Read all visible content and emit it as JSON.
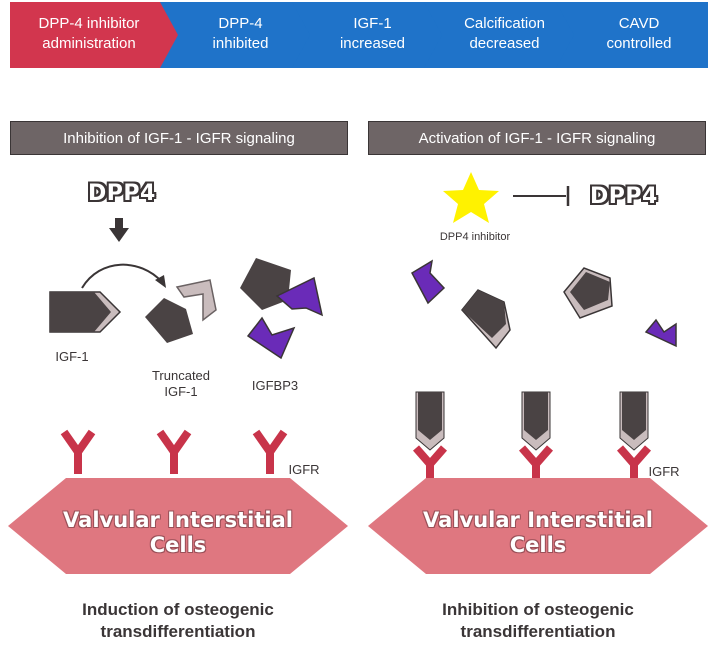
{
  "flow": {
    "steps": [
      {
        "line1": "DPP-4 inhibitor",
        "line2": "administration",
        "color": "#d2364e"
      },
      {
        "line1": "DPP-4",
        "line2": "inhibited",
        "color": "#1f73c9"
      },
      {
        "line1": "IGF-1",
        "line2": "increased",
        "color": "#1f73c9"
      },
      {
        "line1": "Calcification",
        "line2": "decreased",
        "color": "#1f73c9"
      },
      {
        "line1": "CAVD",
        "line2": "controlled",
        "color": "#1f73c9"
      }
    ]
  },
  "left_panel": {
    "title": "Inhibition of IGF-1  -  IGFR signaling",
    "enzyme": "DPP4",
    "igf1_label": "IGF-1",
    "truncated_line1": "Truncated",
    "truncated_line2": "IGF-1",
    "igfbp3_label": "IGFBP3",
    "receptor_label": "IGFR",
    "cell_line1": "Valvular Interstitial",
    "cell_line2": "Cells",
    "outcome_line1": "Induction of osteogenic",
    "outcome_line2": "transdifferentiation"
  },
  "right_panel": {
    "title": "Activation of IGF-1  -  IGFR signaling",
    "enzyme": "DPP4",
    "inhibitor_label": "DPP4 inhibitor",
    "receptor_label": "IGFR",
    "cell_line1": "Valvular Interstitial",
    "cell_line2": "Cells",
    "outcome_line1": "Inhibition of osteogenic",
    "outcome_line2": "transdifferentiation"
  },
  "colors": {
    "inhibit_step": "#d2364e",
    "flow_step": "#1f73c9",
    "molecule_dark": "#4a4344",
    "molecule_light": "#c9bcbd",
    "igfbp3": "#6a2bb8",
    "receptor": "#c8344a",
    "cell": "#df7780",
    "star": "#fff200"
  },
  "icons": {
    "arrow_down": "down-arrow-icon",
    "inhibition": "inhibition-tbar-icon",
    "star": "star-icon"
  }
}
